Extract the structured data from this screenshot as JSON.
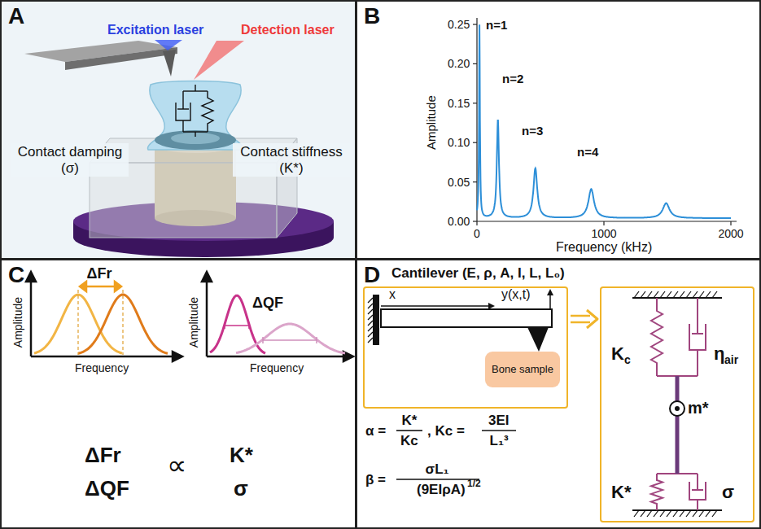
{
  "diagram": {
    "nodes": [
      {
        "text": [
          "A",
          "Excitation laser",
          "Detection laser",
          "Contact damping (σ)",
          "Contact stiffness (K*)"
        ]
      },
      {
        "text": [
          "B",
          "0.25",
          "0.20",
          "0.15",
          "0.10",
          "0.05",
          "0.00",
          "0",
          "1000",
          "2000",
          "Amplitude",
          "Frequency (kHz)",
          "n=1",
          "n=2",
          "n=3",
          "n=4"
        ]
      },
      {
        "text": [
          "C",
          "ΔFr",
          "Amplitude",
          "Frequency",
          "Amplitude",
          "Frequency",
          "ΔQF",
          "ΔFr",
          "ΔQF",
          "∝",
          "K*",
          "σ"
        ]
      },
      {
        "text": [
          "D",
          "Cantilever (E, ρ, A, I, L, L₀)",
          "α =",
          "K*",
          "Kc",
          ", Kc =",
          "3EI",
          "L₁³",
          "β =",
          "σL₁",
          "(9EIρA)",
          "1/2"
        ]
      },
      {
        "text": [
          "x",
          "y(x,t)"
        ],
        "in": 3
      },
      {
        "text": [
          "Bone sample"
        ],
        "in": 4
      },
      {
        "text": [
          "K",
          "c",
          "η",
          "air",
          "m*",
          "K*",
          "σ"
        ],
        "in": 3
      }
    ],
    "edges": [
      {
        "from": 4,
        "to": 6,
        "arrow": "to"
      }
    ]
  }
}
